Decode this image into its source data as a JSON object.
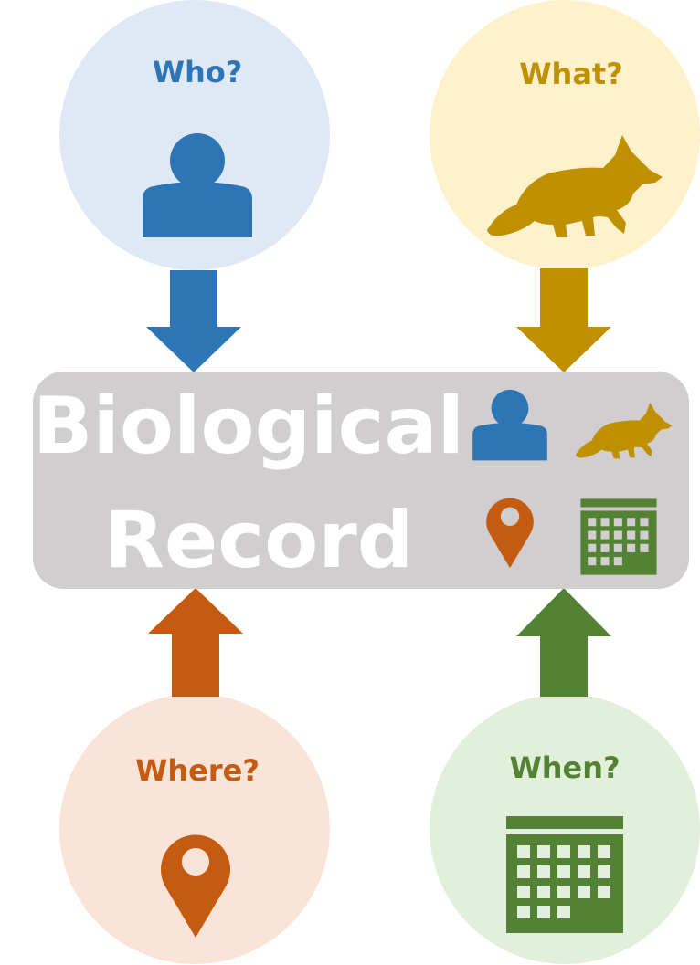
{
  "record": {
    "line1": "Biological",
    "line2": "Record"
  },
  "nodes": {
    "who": {
      "label": "Who?",
      "color": "#2e75b6",
      "bg": "#dfe9f5",
      "icon": "person-icon"
    },
    "what": {
      "label": "What?",
      "color": "#bf9000",
      "bg": "#fff1cc",
      "icon": "fox-icon"
    },
    "where": {
      "label": "Where?",
      "color": "#c55a11",
      "bg": "#fae4d7",
      "icon": "map-pin-icon"
    },
    "when": {
      "label": "When?",
      "color": "#548235",
      "bg": "#e2efda",
      "icon": "calendar-icon"
    }
  },
  "box_color": "#d0cece"
}
